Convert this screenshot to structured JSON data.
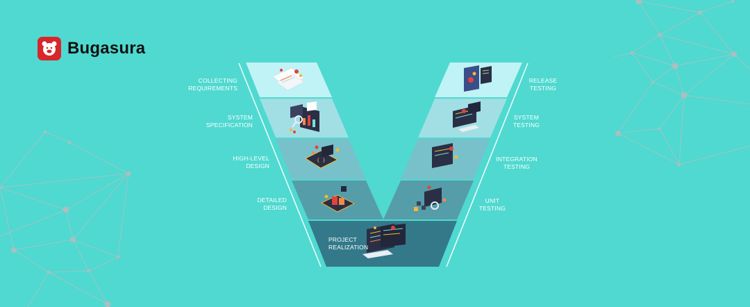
{
  "brand": {
    "name": "Bugasura",
    "logo_icon": "bear-face-icon",
    "accent": "#d8262a"
  },
  "colors": {
    "background": "#4fd9d0",
    "band_1": "#bff3f6",
    "band_2": "#a1dfe5",
    "band_3": "#78c1cb",
    "band_4": "#559da9",
    "band_5": "#33798a",
    "guide_line": "#e9fbfb",
    "network": "#9fbfc0"
  },
  "diagram": {
    "left_stages": [
      {
        "line1": "Collecting",
        "line2": "Requirements"
      },
      {
        "line1": "System",
        "line2": "Specification"
      },
      {
        "line1": "High-Level",
        "line2": "Design"
      },
      {
        "line1": "Detailed",
        "line2": "Design"
      }
    ],
    "right_stages": [
      {
        "line1": "Release",
        "line2": "Testing"
      },
      {
        "line1": "System",
        "line2": "Testing"
      },
      {
        "line1": "Integration",
        "line2": "Testing"
      },
      {
        "line1": "Unit",
        "line2": "Testing"
      }
    ],
    "bottom_stage": {
      "line1": "Project",
      "line2": "Realization"
    }
  }
}
